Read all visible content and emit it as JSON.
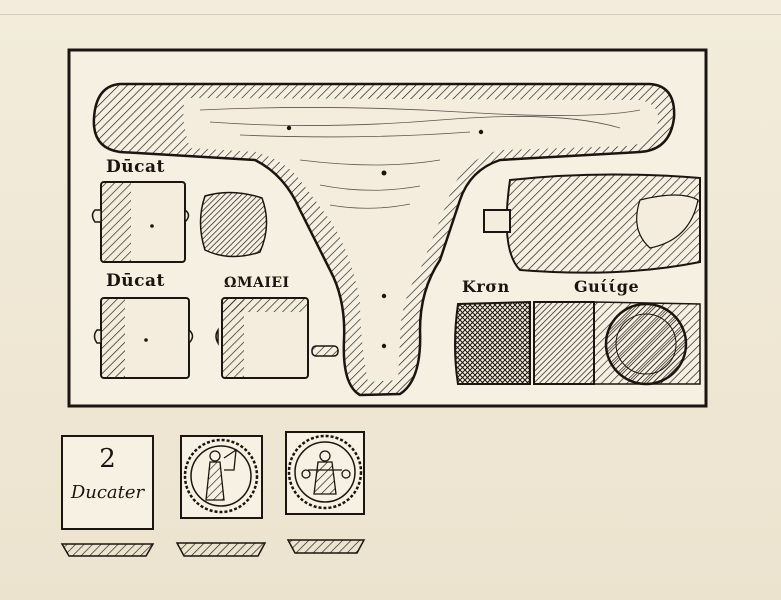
{
  "labels": {
    "ducat_top": "Dūcat",
    "ducat_bottom": "Dūcat",
    "mid_label": "ΩΜΑΙΕΙ",
    "krone": "Krσn",
    "gulden": "Guίίge"
  },
  "card": {
    "number": "2",
    "word": "Ducater"
  },
  "colors": {
    "ink": "#1a1510",
    "paper": "#f1ead9",
    "board": "#f6f0e2"
  }
}
